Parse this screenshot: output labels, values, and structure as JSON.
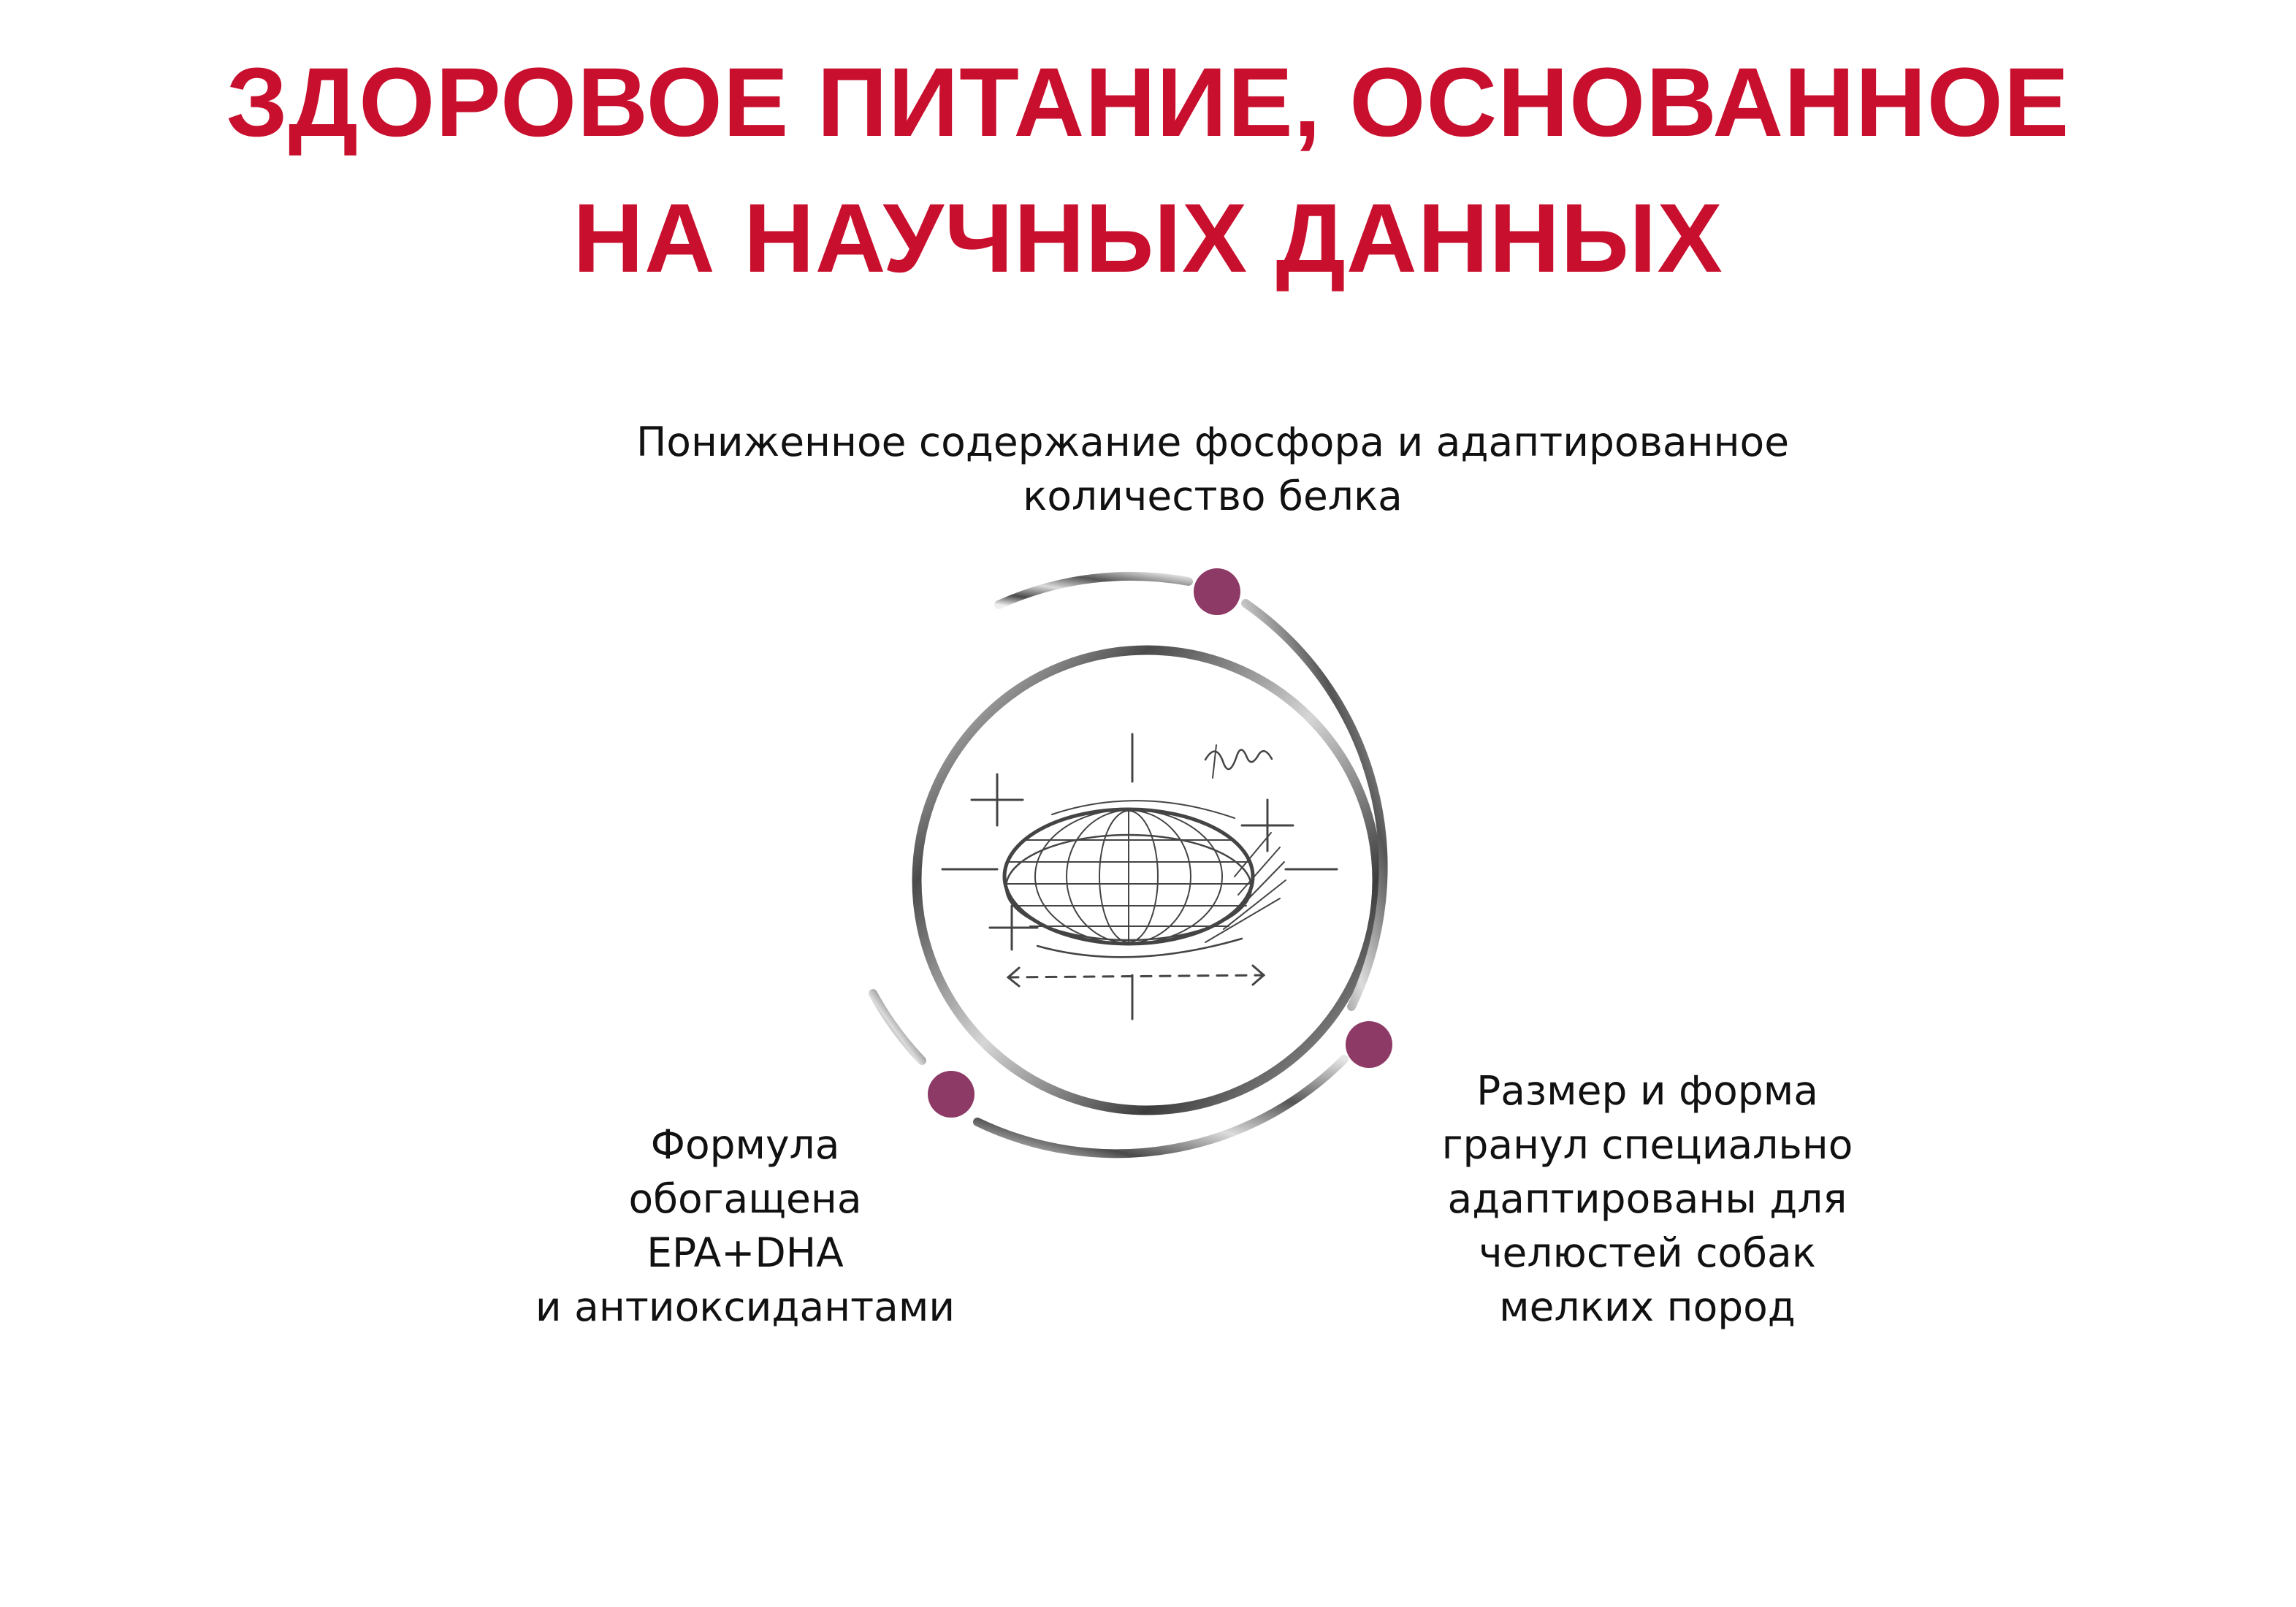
{
  "heading": {
    "line1": "ЗДОРОВОЕ ПИТАНИЕ, ОСНОВАННОЕ",
    "line2": "НА НАУЧНЫХ ДАННЫХ"
  },
  "benefits": {
    "top": {
      "line1": "Пониженное содержание фосфора и адаптированное",
      "line2": "количество белка"
    },
    "right": {
      "line1": "Размер и форма",
      "line2": "гранул специально",
      "line3": "адаптированы для",
      "line4": "челюстей собак",
      "line5": "мелких пород"
    },
    "left": {
      "line1": "Формула",
      "line2": "обогащена",
      "line3": "EPA+DHA",
      "line4": "и антиоксидантами"
    }
  },
  "colors": {
    "heading": "#c8102e",
    "dot": "#8e3a66",
    "ring": "#6f6f6f"
  },
  "icons": {
    "center": "kibble-sketch-icon",
    "markers": "purple-dot-marker"
  }
}
